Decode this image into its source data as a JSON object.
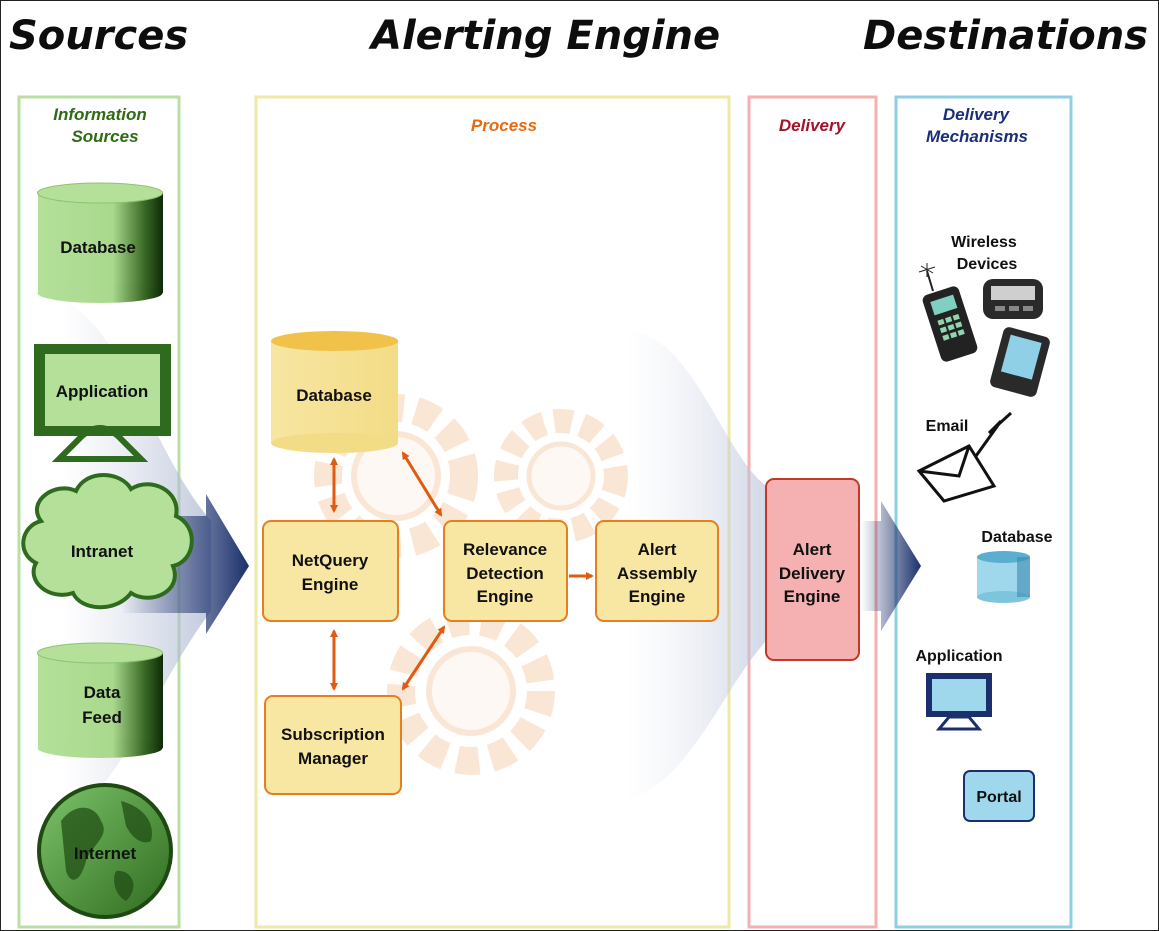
{
  "headers": {
    "sources": "Sources",
    "engine": "Alerting Engine",
    "destinations": "Destinations"
  },
  "columns": {
    "info_sources": [
      "Information",
      "Sources"
    ],
    "process": "Process",
    "delivery": "Delivery",
    "mechanisms": [
      "Delivery",
      "Mechanisms"
    ]
  },
  "sources": {
    "database": "Database",
    "application": "Application",
    "intranet": "Intranet",
    "data_feed": [
      "Data",
      "Feed"
    ],
    "internet": "Internet"
  },
  "process": {
    "database": "Database",
    "netquery": [
      "NetQuery",
      "Engine"
    ],
    "relevance": [
      "Relevance",
      "Detection",
      "Engine"
    ],
    "alert_assembly": [
      "Alert",
      "Assembly",
      "Engine"
    ],
    "subscription": [
      "Subscription",
      "Manager"
    ]
  },
  "delivery": {
    "alert_delivery": [
      "Alert",
      "Delivery",
      "Engine"
    ]
  },
  "mechanisms": {
    "wireless": [
      "Wireless",
      "Devices"
    ],
    "email": "Email",
    "database": "Database",
    "application": "Application",
    "portal": "Portal"
  },
  "colors": {
    "sources_border": "#b9dfa4",
    "process_border": "#efe9a6",
    "delivery_border": "#f5b1b1",
    "mechanisms_border": "#8fcfe6",
    "source_fill": "#b4e09a",
    "source_dark": "#2f6b1e",
    "process_fill": "#f8e7a3",
    "process_border_box": "#e67e22",
    "arrow_orange": "#e05a10",
    "delivery_fill": "#f5b1b1",
    "delivery_border_box": "#c0392b",
    "mech_fill": "#9fd8ec",
    "big_arrow": "#1a2f6b",
    "col_title_green": "#2e6b14",
    "col_title_orange": "#e86a10",
    "col_title_red": "#a3122a",
    "col_title_blue": "#1a2f7a"
  }
}
